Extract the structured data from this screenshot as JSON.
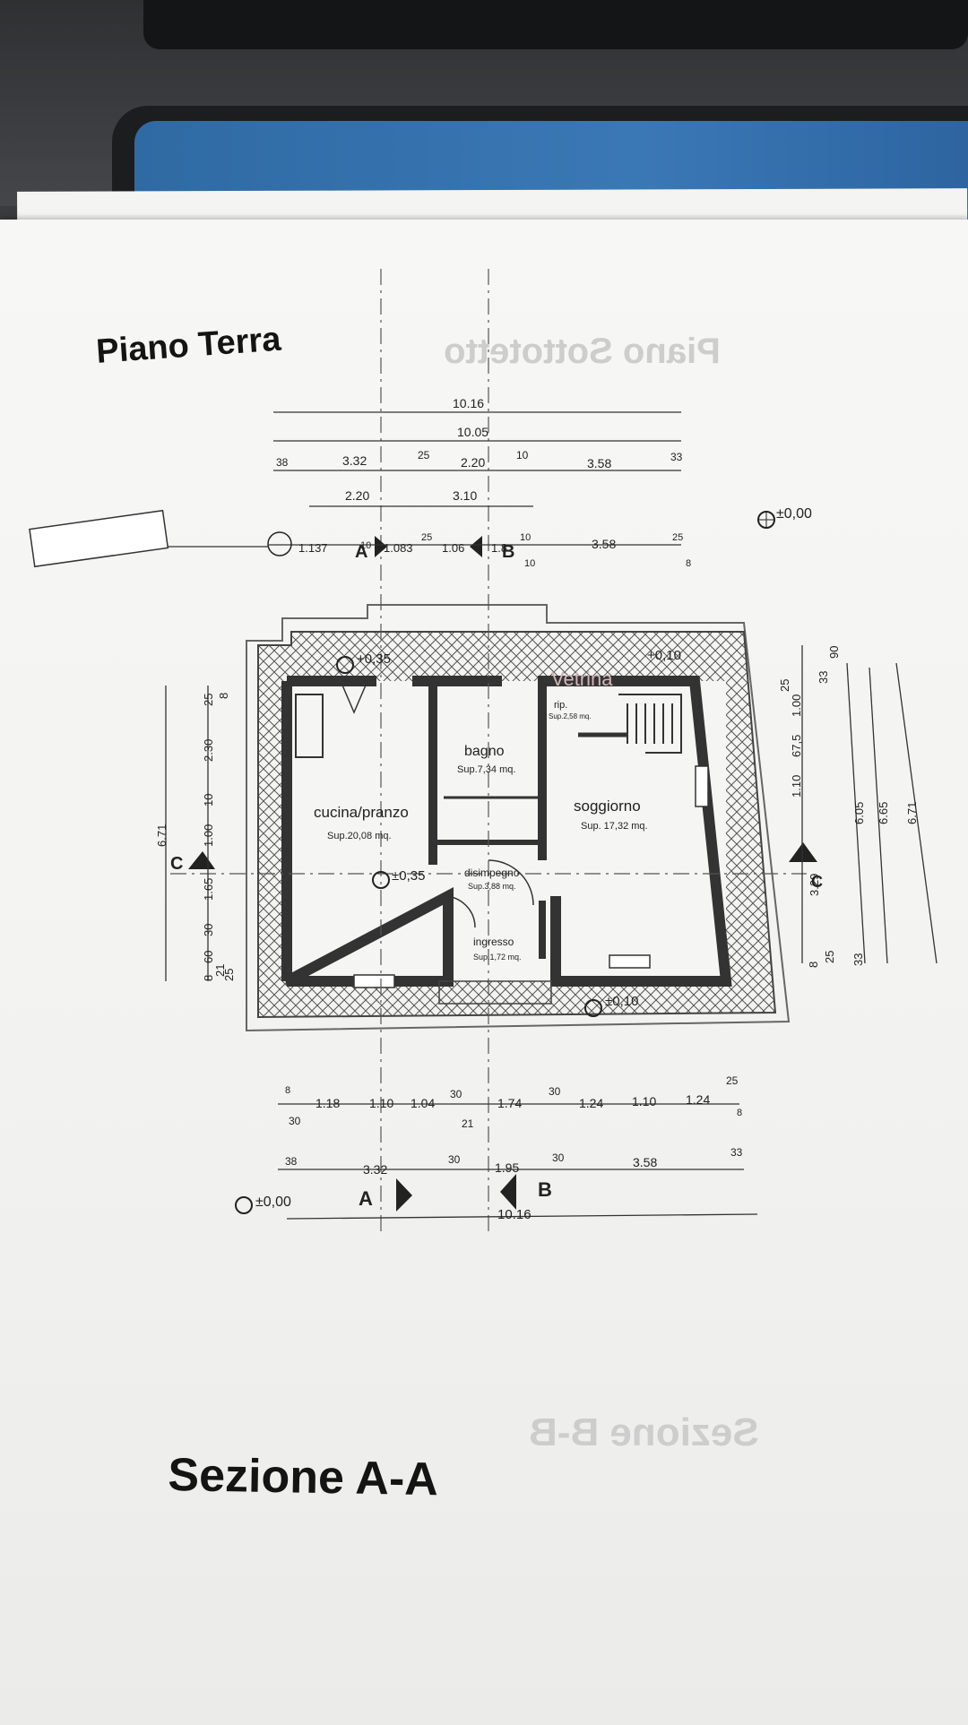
{
  "titles": {
    "floor": "Piano Terra",
    "section": "Sezione A-A",
    "ghost_floor": "Piano Sottotetto",
    "ghost_section": "Sezione B-B"
  },
  "rooms": {
    "kitchen": {
      "name": "cucina/pranzo",
      "area": "Sup.20,08 mq."
    },
    "bath": {
      "name": "bagno",
      "area": "Sup.7,34 mq."
    },
    "storage": {
      "name": "rip.",
      "area": "Sup.2,58 mq."
    },
    "living": {
      "name": "soggiorno",
      "area": "Sup. 17,32 mq."
    },
    "hall": {
      "name": "disimpegno",
      "area": "Sup.3,88 mq."
    },
    "entrance": {
      "name": "ingresso",
      "area": "Sup.1,72 mq."
    }
  },
  "levels": {
    "l0": "±0,00",
    "l35a": "+0,35",
    "l10a": "+0,10",
    "l35b": "±0,35",
    "l10b": "±0,10",
    "l0b": "±0,00"
  },
  "section_marks": {
    "a": "A",
    "b": "B",
    "c": "C"
  },
  "dims_top": {
    "total1": "10.16",
    "total2": "10.05",
    "r3": [
      "38",
      "3.32",
      "25",
      "2.20",
      "10",
      "3.58",
      "33"
    ],
    "r4": [
      "2.20",
      "3.10"
    ],
    "r5": [
      "1.137",
      "10",
      "1.083",
      "25",
      "1.06",
      "1.8",
      "10",
      "10",
      "3.58",
      "25",
      "8"
    ]
  },
  "dims_bottom": {
    "r1": [
      "8",
      "30",
      "1.18",
      "1.10",
      "1.04",
      "30",
      "21",
      "1.74",
      "30",
      "1.24",
      "1.10",
      "1.24",
      "25",
      "8"
    ],
    "r2": [
      "38",
      "3.32",
      "30",
      "1.95",
      "30",
      "3.58",
      "33"
    ],
    "total": "10.16"
  },
  "dims_left": [
    "6.71",
    "25",
    "8",
    "2.30",
    "10",
    "1.00",
    "1.65",
    "30",
    "60",
    "8",
    "21",
    "25"
  ],
  "dims_right": [
    "90",
    "33",
    "1.00",
    "25",
    "67,5",
    "1.10",
    "3.29",
    "8",
    "25",
    "33",
    "6.05",
    "6.65",
    "6.71"
  ],
  "watermark": "Vetrina"
}
